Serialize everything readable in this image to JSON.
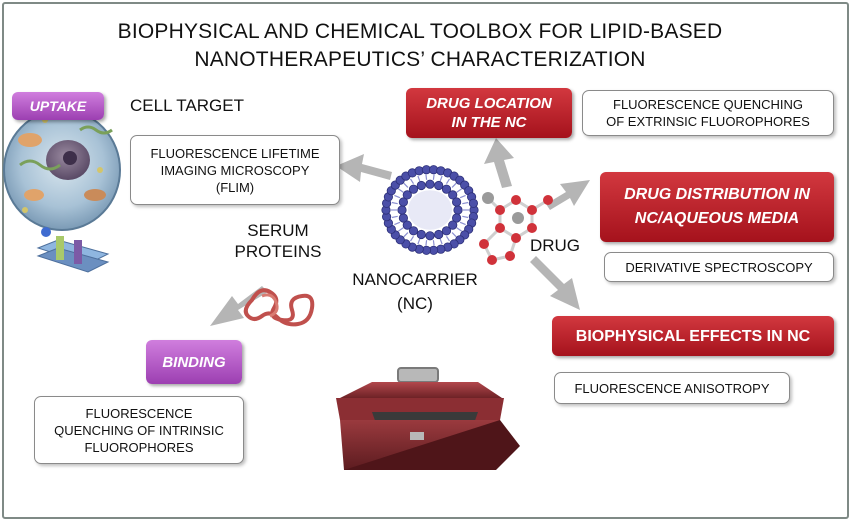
{
  "title": {
    "line1": "BIOPHYSICAL AND CHEMICAL TOOLBOX FOR LIPID-BASED",
    "line2": "NANOTHERAPEUTICS’ CHARACTERIZATION"
  },
  "labels": {
    "uptake": "UPTAKE",
    "cell_target": "CELL TARGET",
    "serum_line1": "SERUM",
    "serum_line2": "PROTEINS",
    "nanocarrier": "NANOCARRIER",
    "nc": "(NC)",
    "drug": "DRUG",
    "binding": "BINDING",
    "drug_location_line1": "DRUG LOCATION",
    "drug_location_line2": "IN THE NC",
    "drug_distribution_line1": "DRUG DISTRIBUTION IN",
    "drug_distribution_line2": "NC/AQUEOUS MEDIA",
    "biophysical": "BIOPHYSICAL EFFECTS IN NC"
  },
  "techniques": {
    "flim_line1": "FLUORESCENCE LIFETIME",
    "flim_line2": "IMAGING MICROSCOPY",
    "flim_line3": "(FLIM)",
    "quench_ext_line1": "FLUORESCENCE QUENCHING",
    "quench_ext_line2": "OF EXTRINSIC FLUOROPHORES",
    "derivative": "DERIVATIVE SPECTROSCOPY",
    "anisotropy": "FLUORESCENCE ANISOTROPY",
    "quench_int_line1": "FLUORESCENCE",
    "quench_int_line2": "QUENCHING OF INTRINSIC",
    "quench_int_line3": "FLUOROPHORES"
  },
  "colors": {
    "red_label": "#b81f28",
    "purple_label": "#b35ac8",
    "arrow": "#b5b5b5",
    "nanocarrier": "#4b4fa8",
    "toolbox": "#7a2a2e",
    "frame": "#7f8a86"
  }
}
